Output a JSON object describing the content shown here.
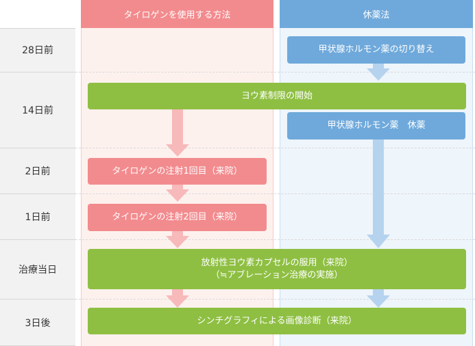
{
  "columns": {
    "tyrogen": {
      "label": "タイロゲンを使用する方法",
      "color": "#f28b8e",
      "bg": "#fdf1ee"
    },
    "withdrawal": {
      "label": "休薬法",
      "color": "#6fa9db",
      "bg": "#eef5fb"
    }
  },
  "rows": [
    {
      "label": "28日前"
    },
    {
      "label": "14日前"
    },
    {
      "label": "2日前"
    },
    {
      "label": "1日前"
    },
    {
      "label": "治療当日"
    },
    {
      "label": "3日後"
    }
  ],
  "boxes": {
    "hormone_switch": "甲状腺ホルモン薬の切り替え",
    "iodine_restriction": "ヨウ素制限の開始",
    "hormone_withdrawal": "甲状腺ホルモン薬　休薬",
    "injection_1": "タイロゲンの注射1回目（来院）",
    "injection_2": "タイロゲンの注射2回目（来院）",
    "capsule_line1": "放射性ヨウ素カプセルの服用（来院）",
    "capsule_line2": "（≒アブレーション治療の実施）",
    "scintigraphy": "シンチグラフィによる画像診断（来院）"
  },
  "colors": {
    "green": "#8ebf42",
    "pink": "#f28b8e",
    "blue": "#6fa9db",
    "pink_arrow": "#f7b9b9",
    "blue_arrow": "#b5d3ee"
  }
}
